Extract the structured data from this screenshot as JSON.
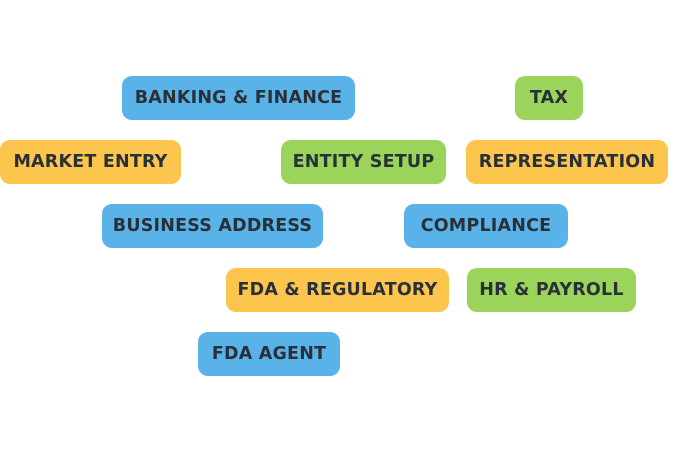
{
  "colors": {
    "blue": "#5ab3e8",
    "green": "#9bd45a",
    "orange": "#fbc54e",
    "text": "#2a3038"
  },
  "tags": [
    {
      "label": "BANKING & FINANCE",
      "color": "blue"
    },
    {
      "label": "TAX",
      "color": "green"
    },
    {
      "label": "MARKET ENTRY",
      "color": "orange"
    },
    {
      "label": "ENTITY SETUP",
      "color": "green"
    },
    {
      "label": "REPRESENTATION",
      "color": "orange"
    },
    {
      "label": "BUSINESS ADDRESS",
      "color": "blue"
    },
    {
      "label": "COMPLIANCE",
      "color": "blue"
    },
    {
      "label": "FDA & REGULATORY",
      "color": "orange"
    },
    {
      "label": "HR & PAYROLL",
      "color": "green"
    },
    {
      "label": "FDA AGENT",
      "color": "blue"
    }
  ]
}
